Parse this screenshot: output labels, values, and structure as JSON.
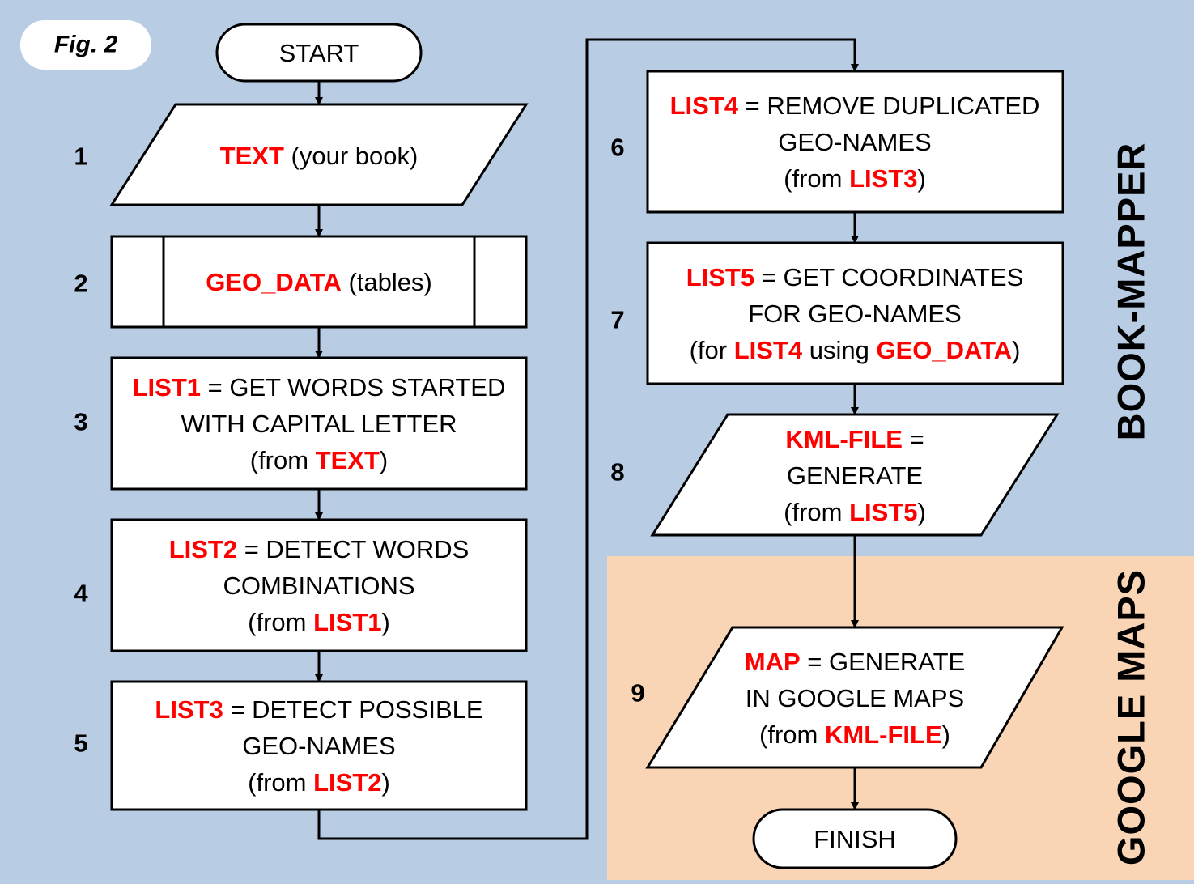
{
  "figure_label": "Fig. 2",
  "regions": {
    "upper": {
      "label": "BOOK-MAPPER",
      "color": "#b8cce4"
    },
    "lower": {
      "label": "GOOGLE MAPS",
      "color": "#fad5b5"
    }
  },
  "colors": {
    "highlight": "#ff0000",
    "box_fill": "#ffffff",
    "stroke": "#000000"
  },
  "nodes": [
    {
      "id": "start",
      "shape": "terminal",
      "lines": [
        [
          {
            "t": "START"
          }
        ]
      ]
    },
    {
      "id": "step1",
      "number": "1",
      "shape": "parallelogram",
      "lines": [
        [
          {
            "t": "TEXT",
            "hl": true
          },
          {
            "t": " (your book)"
          }
        ]
      ]
    },
    {
      "id": "step2",
      "number": "2",
      "shape": "predefined-process",
      "lines": [
        [
          {
            "t": "GEO_DATA",
            "hl": true
          },
          {
            "t": " (tables)"
          }
        ]
      ]
    },
    {
      "id": "step3",
      "number": "3",
      "shape": "process",
      "lines": [
        [
          {
            "t": "LIST1",
            "hl": true
          },
          {
            "t": " = GET WORDS STARTED"
          }
        ],
        [
          {
            "t": "WITH CAPITAL LETTER"
          }
        ],
        [
          {
            "t": "(from "
          },
          {
            "t": "TEXT",
            "hl": true
          },
          {
            "t": ")"
          }
        ]
      ]
    },
    {
      "id": "step4",
      "number": "4",
      "shape": "process",
      "lines": [
        [
          {
            "t": "LIST2",
            "hl": true
          },
          {
            "t": " = DETECT WORDS"
          }
        ],
        [
          {
            "t": "COMBINATIONS"
          }
        ],
        [
          {
            "t": "(from "
          },
          {
            "t": "LIST1",
            "hl": true
          },
          {
            "t": ")"
          }
        ]
      ]
    },
    {
      "id": "step5",
      "number": "5",
      "shape": "process",
      "lines": [
        [
          {
            "t": "LIST3",
            "hl": true
          },
          {
            "t": " = DETECT POSSIBLE"
          }
        ],
        [
          {
            "t": "GEO-NAMES"
          }
        ],
        [
          {
            "t": "(from "
          },
          {
            "t": "LIST2",
            "hl": true
          },
          {
            "t": ")"
          }
        ]
      ]
    },
    {
      "id": "step6",
      "number": "6",
      "shape": "process",
      "lines": [
        [
          {
            "t": "LIST4",
            "hl": true
          },
          {
            "t": " = REMOVE DUPLICATED"
          }
        ],
        [
          {
            "t": "GEO-NAMES"
          }
        ],
        [
          {
            "t": "(from "
          },
          {
            "t": "LIST3",
            "hl": true
          },
          {
            "t": ")"
          }
        ]
      ]
    },
    {
      "id": "step7",
      "number": "7",
      "shape": "process",
      "lines": [
        [
          {
            "t": "LIST5",
            "hl": true
          },
          {
            "t": " = GET COORDINATES"
          }
        ],
        [
          {
            "t": "FOR GEO-NAMES"
          }
        ],
        [
          {
            "t": "(for "
          },
          {
            "t": "LIST4",
            "hl": true
          },
          {
            "t": " using "
          },
          {
            "t": "GEO_DATA",
            "hl": true
          },
          {
            "t": ")"
          }
        ]
      ]
    },
    {
      "id": "step8",
      "number": "8",
      "shape": "parallelogram",
      "lines": [
        [
          {
            "t": "KML-FILE",
            "hl": true
          },
          {
            "t": " ="
          }
        ],
        [
          {
            "t": "GENERATE"
          }
        ],
        [
          {
            "t": "(from "
          },
          {
            "t": "LIST5",
            "hl": true
          },
          {
            "t": ")"
          }
        ]
      ]
    },
    {
      "id": "step9",
      "number": "9",
      "shape": "parallelogram",
      "lines": [
        [
          {
            "t": "MAP",
            "hl": true
          },
          {
            "t": " = GENERATE"
          }
        ],
        [
          {
            "t": "IN GOOGLE MAPS"
          }
        ],
        [
          {
            "t": "(from "
          },
          {
            "t": "KML-FILE",
            "hl": true
          },
          {
            "t": ")"
          }
        ]
      ]
    },
    {
      "id": "finish",
      "shape": "terminal",
      "lines": [
        [
          {
            "t": "FINISH"
          }
        ]
      ]
    }
  ],
  "edges": [
    [
      "start",
      "step1"
    ],
    [
      "step1",
      "step2"
    ],
    [
      "step2",
      "step3"
    ],
    [
      "step3",
      "step4"
    ],
    [
      "step4",
      "step5"
    ],
    [
      "step5",
      "step6"
    ],
    [
      "step6",
      "step7"
    ],
    [
      "step7",
      "step8"
    ],
    [
      "step8",
      "step9"
    ],
    [
      "step9",
      "finish"
    ]
  ]
}
